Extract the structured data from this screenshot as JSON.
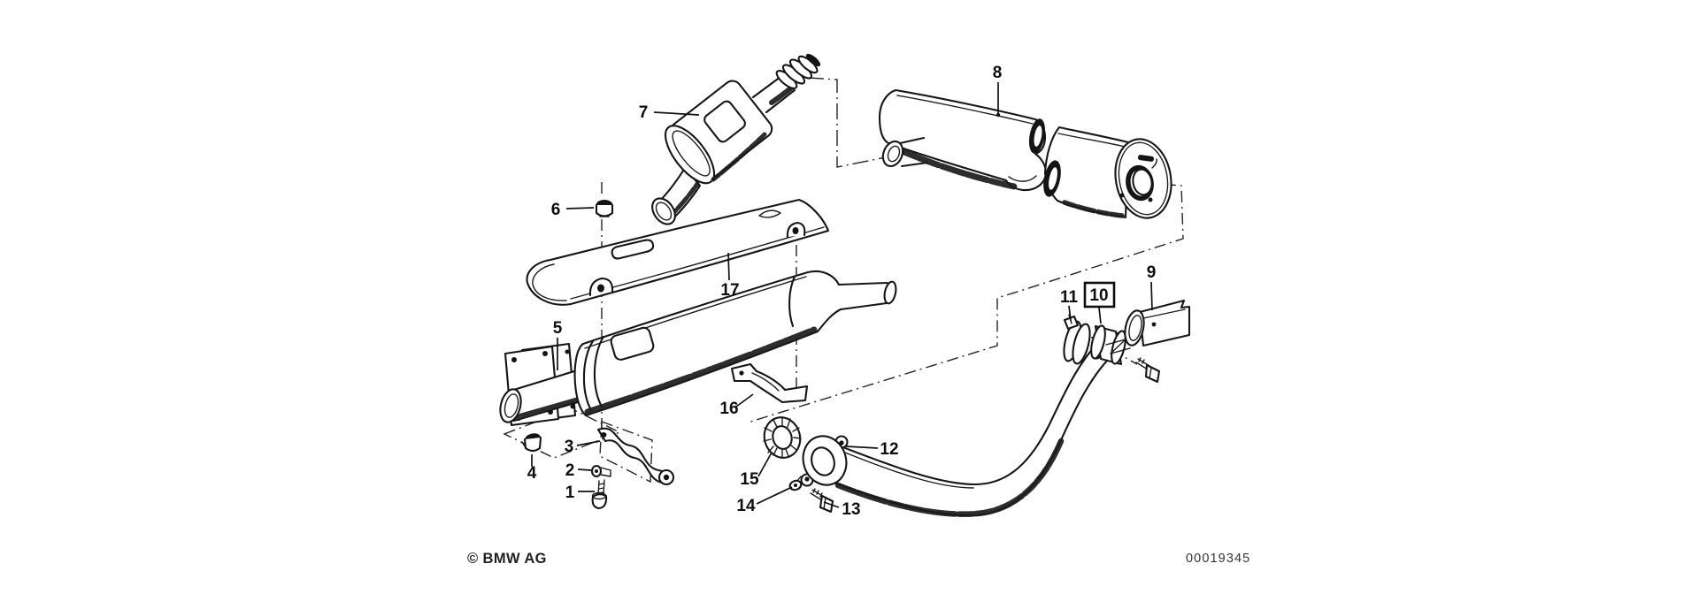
{
  "diagram": {
    "kind": "exploded-parts-diagram",
    "subject": "exhaust-system",
    "callouts": {
      "c1": "1",
      "c2": "2",
      "c3": "3",
      "c4": "4",
      "c5": "5",
      "c6": "6",
      "c7": "7",
      "c8": "8",
      "c9": "9",
      "c10": "10",
      "c11": "11",
      "c12": "12",
      "c13": "13",
      "c14": "14",
      "c15": "15",
      "c16": "16",
      "c17": "17"
    },
    "boxed_callout": "10"
  },
  "footer": {
    "copyright": "© BMW AG",
    "document_number": "00019345"
  },
  "colors": {
    "ink": "#161616",
    "paper": "#ffffff",
    "dark_fill": "#141414"
  }
}
